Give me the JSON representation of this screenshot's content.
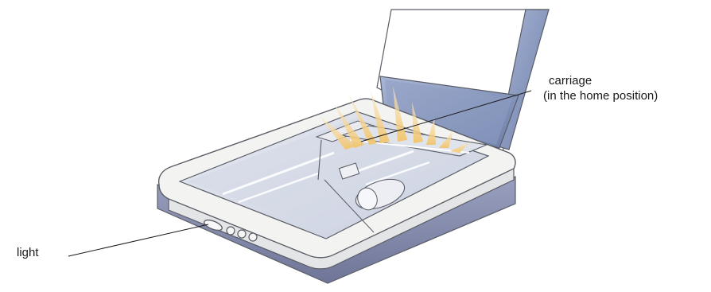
{
  "callouts": {
    "carriage": "carriage",
    "carriage_detail": "(in the home position)",
    "light": "light"
  },
  "colors": {
    "scanner_body": "#f3f4f2",
    "scanner_outline": "#5a5d66",
    "base_blue": "#8a90b0",
    "lid_blue": "#7e8fb8",
    "glass": "#d9dde8",
    "light_beam": "#f7d89a"
  }
}
